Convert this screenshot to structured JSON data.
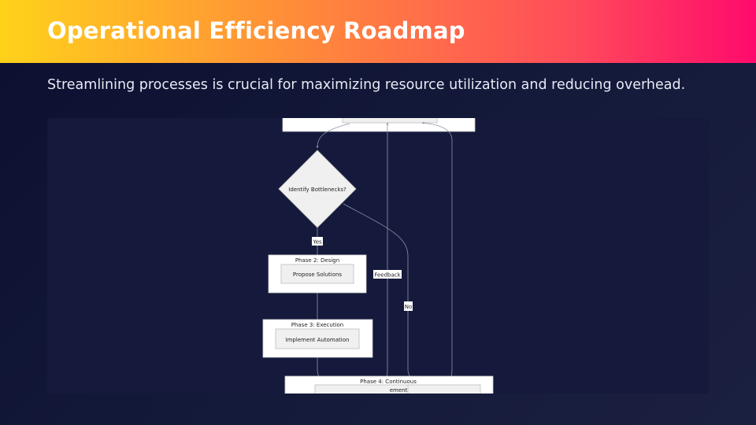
{
  "slide": {
    "title": "Operational Efficiency Roadmap",
    "subtitle": "Streamlining processes is crucial for maximizing resource utilization and reducing overhead."
  },
  "diagram": {
    "decision": "Identify Bottlenecks?",
    "edge_labels": {
      "yes": "Yes",
      "no": "No",
      "feedback": "Feedback"
    },
    "phases": [
      {
        "title": "Phase 2: Design",
        "step": "Propose Solutions"
      },
      {
        "title": "Phase 3: Execution",
        "step": "Implement Automation"
      },
      {
        "title": "Phase 4: Continuous",
        "step": "ement"
      }
    ],
    "colors": {
      "node_fill": "#f0f0f0",
      "cluster_fill": "#ffffff",
      "edge": "#8f93a8"
    }
  }
}
